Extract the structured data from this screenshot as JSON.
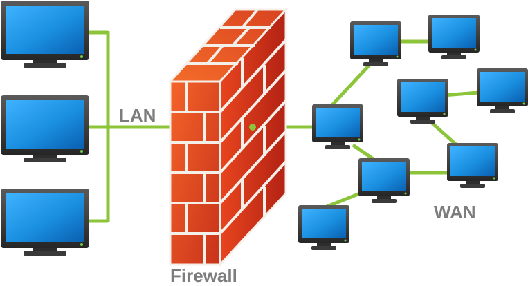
{
  "labels": {
    "lan": "LAN",
    "firewall": "Firewall",
    "wan": "WAN"
  },
  "colors": {
    "link": "#8cc43a",
    "brick": "#e8451e",
    "mortar": "#f4efe8",
    "screen": "#1a8fe0",
    "bezel": "#3a3a3a",
    "label": "#7d7d7d",
    "power_led": "#6fd04a"
  },
  "icons": [
    "monitor-icon",
    "brick-wall-icon"
  ]
}
